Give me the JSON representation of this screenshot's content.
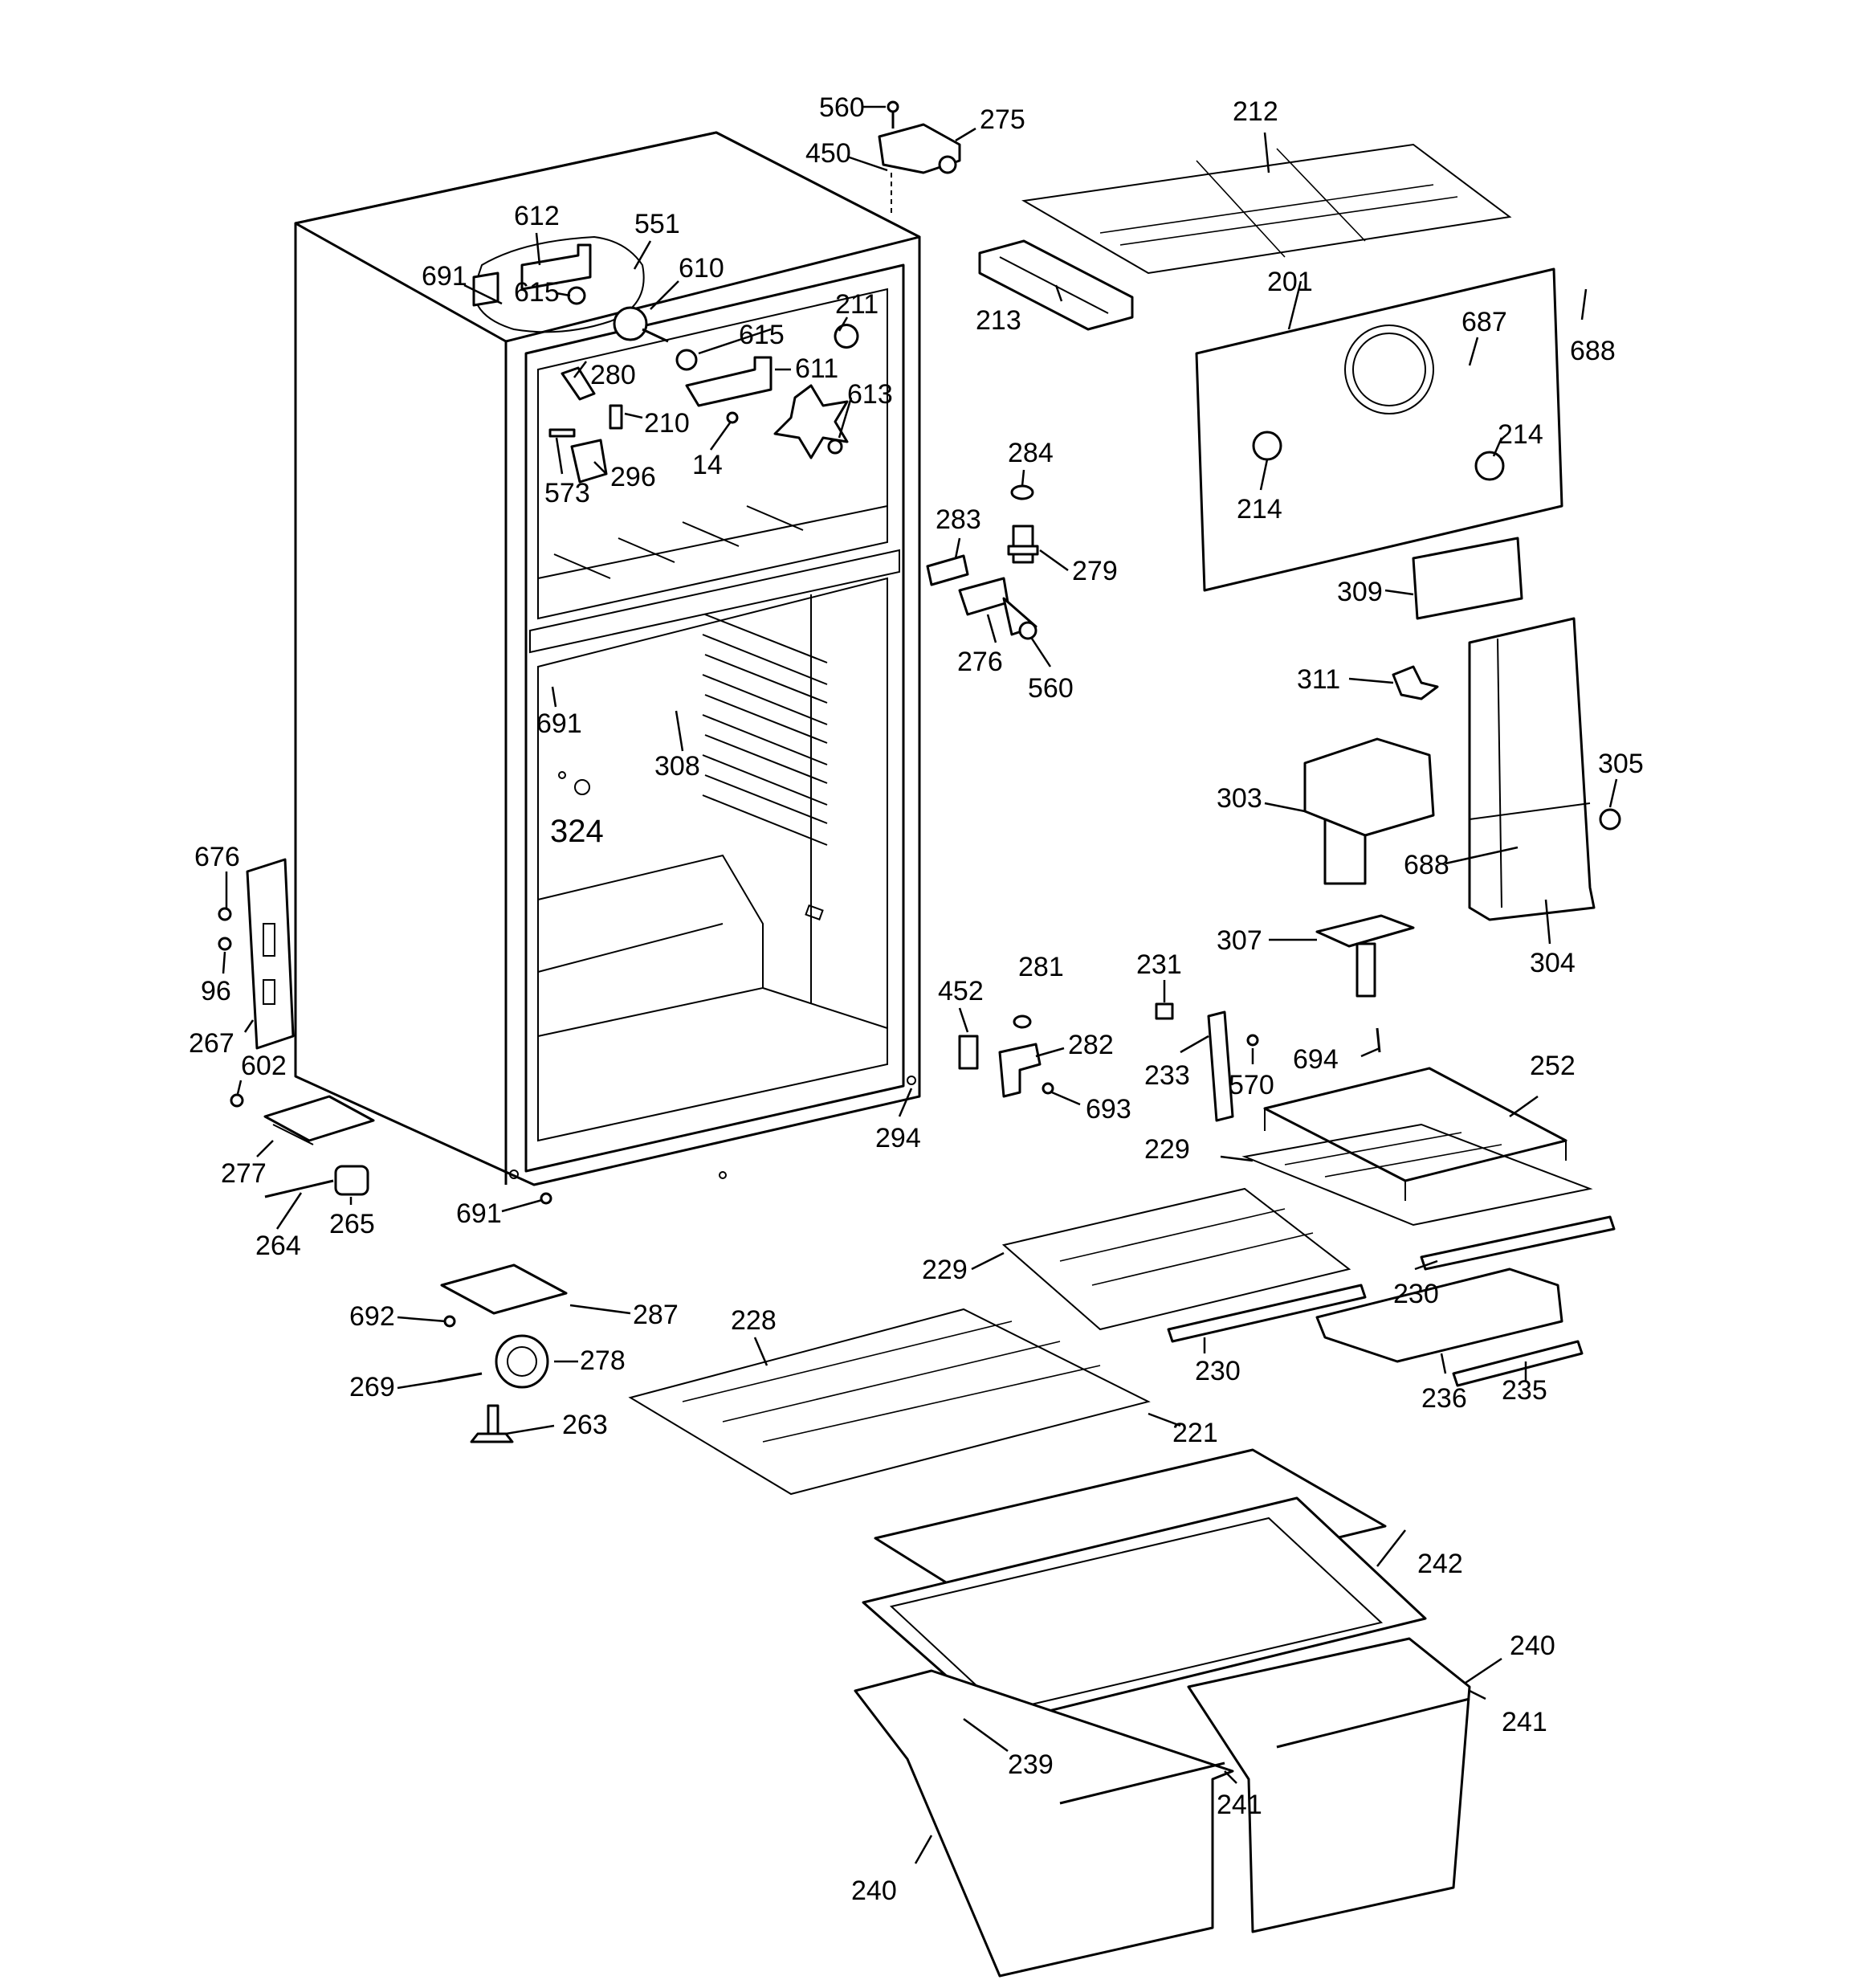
{
  "labels": [
    {
      "id": "l560a",
      "text": "560"
    },
    {
      "id": "l275",
      "text": "275"
    },
    {
      "id": "l450",
      "text": "450"
    },
    {
      "id": "l212",
      "text": "212"
    },
    {
      "id": "l612",
      "text": "612"
    },
    {
      "id": "l551",
      "text": "551"
    },
    {
      "id": "l691a",
      "text": "691"
    },
    {
      "id": "l615a",
      "text": "615"
    },
    {
      "id": "l610",
      "text": "610"
    },
    {
      "id": "l211",
      "text": "211"
    },
    {
      "id": "l213",
      "text": "213"
    },
    {
      "id": "l201",
      "text": "201"
    },
    {
      "id": "l688a",
      "text": "688"
    },
    {
      "id": "l687",
      "text": "687"
    },
    {
      "id": "l615b",
      "text": "615"
    },
    {
      "id": "l280",
      "text": "280"
    },
    {
      "id": "l611",
      "text": "611"
    },
    {
      "id": "l613",
      "text": "613"
    },
    {
      "id": "l210",
      "text": "210"
    },
    {
      "id": "l573",
      "text": "573"
    },
    {
      "id": "l296",
      "text": "296"
    },
    {
      "id": "l14",
      "text": "14"
    },
    {
      "id": "l284",
      "text": "284"
    },
    {
      "id": "l214a",
      "text": "214"
    },
    {
      "id": "l214b",
      "text": "214"
    },
    {
      "id": "l283",
      "text": "283"
    },
    {
      "id": "l279",
      "text": "279"
    },
    {
      "id": "l309",
      "text": "309"
    },
    {
      "id": "l276",
      "text": "276"
    },
    {
      "id": "l560b",
      "text": "560"
    },
    {
      "id": "l311",
      "text": "311"
    },
    {
      "id": "l691b",
      "text": "691"
    },
    {
      "id": "l308",
      "text": "308"
    },
    {
      "id": "l324",
      "text": "324"
    },
    {
      "id": "l305",
      "text": "305"
    },
    {
      "id": "l303",
      "text": "303"
    },
    {
      "id": "l688b",
      "text": "688"
    },
    {
      "id": "l676",
      "text": "676"
    },
    {
      "id": "l96",
      "text": "96"
    },
    {
      "id": "l307",
      "text": "307"
    },
    {
      "id": "l304",
      "text": "304"
    },
    {
      "id": "l452",
      "text": "452"
    },
    {
      "id": "l281",
      "text": "281"
    },
    {
      "id": "l231",
      "text": "231"
    },
    {
      "id": "l267",
      "text": "267"
    },
    {
      "id": "l282",
      "text": "282"
    },
    {
      "id": "l694",
      "text": "694"
    },
    {
      "id": "l233",
      "text": "233"
    },
    {
      "id": "l570",
      "text": "570"
    },
    {
      "id": "l252",
      "text": "252"
    },
    {
      "id": "l602",
      "text": "602"
    },
    {
      "id": "l693",
      "text": "693"
    },
    {
      "id": "l294",
      "text": "294"
    },
    {
      "id": "l229a",
      "text": "229"
    },
    {
      "id": "l277",
      "text": "277"
    },
    {
      "id": "l691c",
      "text": "691"
    },
    {
      "id": "l264",
      "text": "264"
    },
    {
      "id": "l265",
      "text": "265"
    },
    {
      "id": "l229b",
      "text": "229"
    },
    {
      "id": "l230a",
      "text": "230"
    },
    {
      "id": "l692",
      "text": "692"
    },
    {
      "id": "l287",
      "text": "287"
    },
    {
      "id": "l228",
      "text": "228"
    },
    {
      "id": "l230b",
      "text": "230"
    },
    {
      "id": "l278",
      "text": "278"
    },
    {
      "id": "l269",
      "text": "269"
    },
    {
      "id": "l236",
      "text": "236"
    },
    {
      "id": "l235",
      "text": "235"
    },
    {
      "id": "l263",
      "text": "263"
    },
    {
      "id": "l221",
      "text": "221"
    },
    {
      "id": "l242",
      "text": "242"
    },
    {
      "id": "l240a",
      "text": "240"
    },
    {
      "id": "l241a",
      "text": "241"
    },
    {
      "id": "l239",
      "text": "239"
    },
    {
      "id": "l241b",
      "text": "241"
    },
    {
      "id": "l240b",
      "text": "240"
    }
  ]
}
